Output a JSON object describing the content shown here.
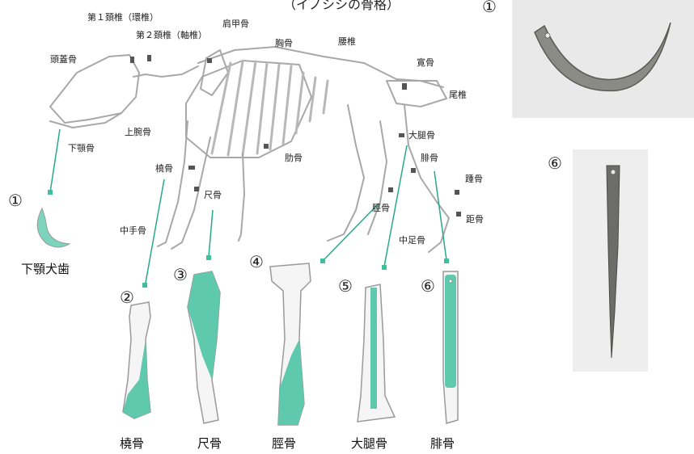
{
  "header": {
    "partial_title": "（イノシシの骨格）"
  },
  "skeleton_labels": {
    "atlas": "第１頚椎（環椎）",
    "axis": "第２頚椎（軸椎）",
    "scapula": "肩甲骨",
    "thoracic": "胸骨",
    "lumbar": "腰椎",
    "skull": "頭蓋骨",
    "pelvis": "寛骨",
    "tail": "尾椎",
    "mandible": "下顎骨",
    "humerus": "上腕骨",
    "femur": "大腿骨",
    "rib": "肋骨",
    "radius": "橈骨",
    "fibula": "腓骨",
    "calcaneus": "踵骨",
    "ulna": "尺骨",
    "tibia": "脛骨",
    "talus": "距骨",
    "metacarpal": "中手骨",
    "metatarsal": "中足骨"
  },
  "markers": [
    "①",
    "②",
    "③",
    "④",
    "⑤",
    "⑥"
  ],
  "artifacts": {
    "canine": "下顎犬歯",
    "radius": "橈骨",
    "ulna": "尺骨",
    "tibia": "脛骨",
    "femur": "大腿骨",
    "fibula": "腓骨"
  },
  "photos": {
    "photo1_marker": "①",
    "photo6_marker": "⑥"
  },
  "colors": {
    "tool_highlight": "#5ec9ad",
    "pointer_line": "#27a98a",
    "bone_outline": "#9a9a9a"
  }
}
